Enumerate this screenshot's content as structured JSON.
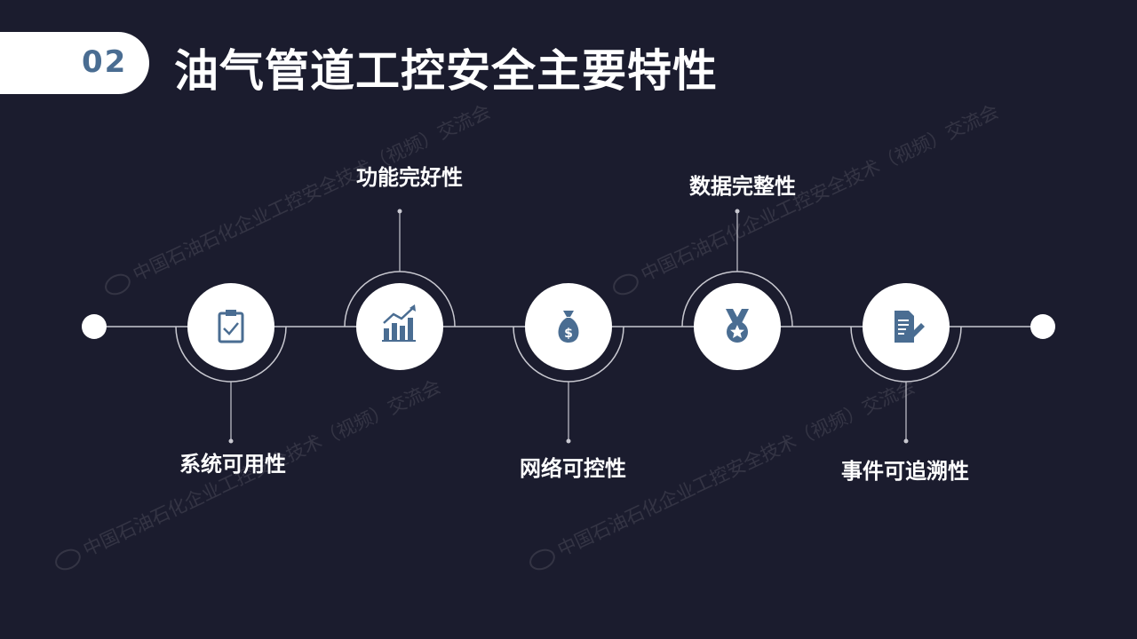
{
  "badge": {
    "number": "02"
  },
  "title": "油气管道工控安全主要特性",
  "watermark": {
    "text": "中国石油石化企业工控安全技术（视频）交流会"
  },
  "features": [
    {
      "label": "系统可用性",
      "icon": "clipboard-check-icon"
    },
    {
      "label": "功能完好性",
      "icon": "bar-chart-trend-icon"
    },
    {
      "label": "网络可控性",
      "icon": "money-bag-icon"
    },
    {
      "label": "数据完整性",
      "icon": "medal-star-icon"
    },
    {
      "label": "事件可追溯性",
      "icon": "document-edit-icon"
    }
  ],
  "colors": {
    "background": "#1b1c2e",
    "accent": "#4a6d92",
    "line": "#c8c8d0"
  }
}
